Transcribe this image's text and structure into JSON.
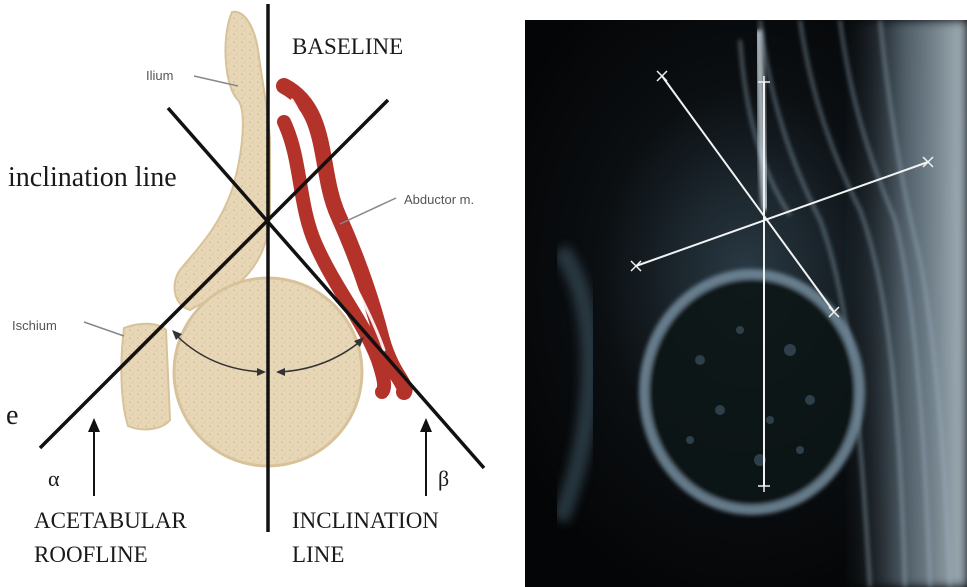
{
  "diagram": {
    "labels": {
      "baseline": "BASELINE",
      "inclination_line_left": "inclination line",
      "ilium": "Ilium",
      "abductor": "Abductor m.",
      "ischium": "Ischium",
      "panel_letter": "e",
      "alpha": "α",
      "beta": "β",
      "acetabular_1": "ACETABULAR",
      "acetabular_2": "ROOFLINE",
      "inclination_1": "INCLINATION",
      "inclination_2": "LINE"
    },
    "colors": {
      "bone": "#e8d7b7",
      "bone_edge": "#d7c29a",
      "muscle": "#b3322a",
      "line": "#111111",
      "ultrasound_bg": "#050607",
      "marker": "#f2f2f2"
    }
  },
  "ultrasound": {
    "markers": [
      "plus-marker",
      "x-marker"
    ]
  }
}
